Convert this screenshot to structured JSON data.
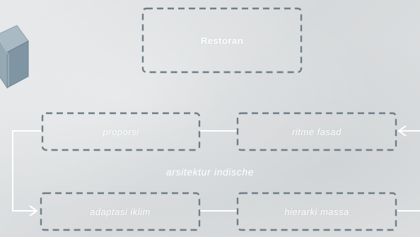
{
  "diagram": {
    "top_node": "Restoran",
    "nodes": {
      "proporsi": "proporsi",
      "ritme_fasad": "ritme fasad",
      "adaptasi_iklim": "adaptasi iklim",
      "hierarki_massa": "hierarki massa"
    },
    "center_label": "arsitektur indische"
  },
  "colors": {
    "background": "#dcdedf",
    "dash_stroke": "#6f7e86",
    "connector": "#ffffff",
    "text": "#ffffff"
  },
  "icons": {
    "corner_cube": "cube-icon"
  }
}
